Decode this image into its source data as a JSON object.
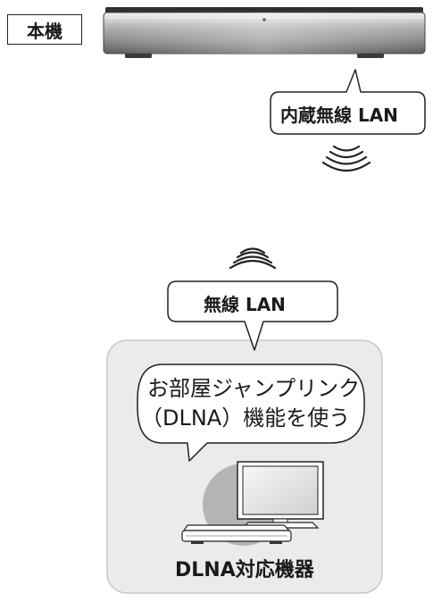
{
  "main_unit_label": "本機",
  "builtin_lan_label": "内蔵無線 LAN",
  "wireless_lan_label": "無線 LAN",
  "bubble_lines": [
    "お部屋ジャンプリンク",
    "（DLNA）機能を使う"
  ],
  "device_label": "DLNA対応機器",
  "icons": [
    "recorder-icon",
    "wifi-waves-icon",
    "tv-icon",
    "player-icon"
  ],
  "colors": {
    "panel_fill": "#ebebeb",
    "panel_stroke": "#c8c8c8",
    "highlight_circle": "#b5b5b5",
    "outline": "#222222"
  }
}
